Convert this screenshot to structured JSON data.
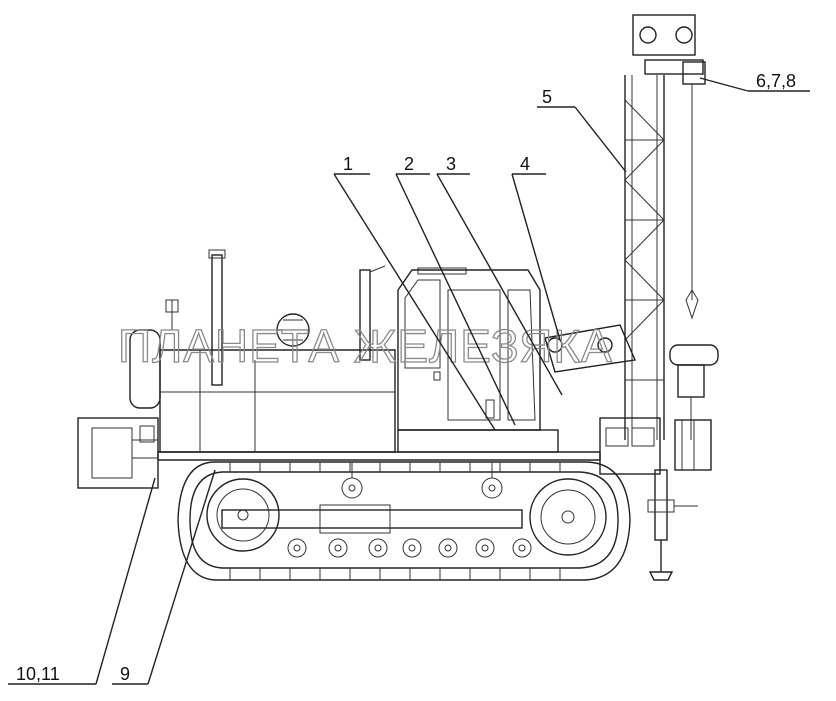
{
  "watermark": "ПЛАНЕТА ЖЕЛЕЗЯКА",
  "callouts": {
    "c1": "1",
    "c2": "2",
    "c3": "3",
    "c4": "4",
    "c5": "5",
    "c678": "6,7,8",
    "c9": "9",
    "c1011": "10,11"
  }
}
